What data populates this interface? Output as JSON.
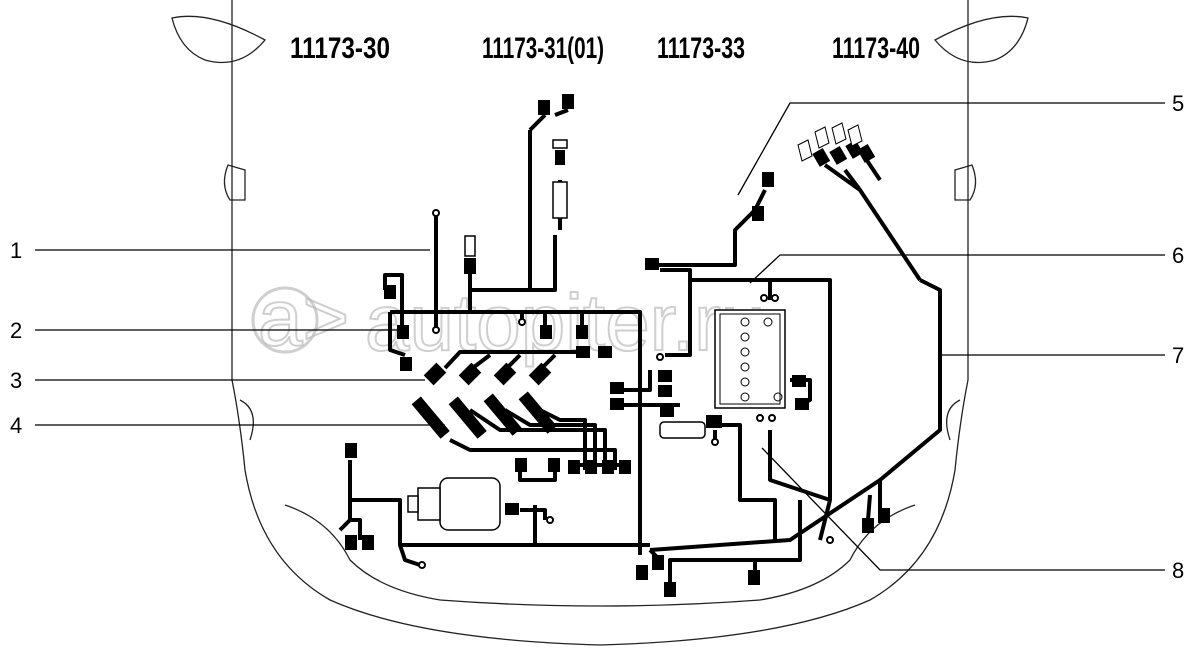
{
  "header": {
    "variants": [
      "11173-30",
      "11173-31(01)",
      "11173-33",
      "11173-40"
    ]
  },
  "callouts": [
    "1",
    "2",
    "3",
    "4",
    "5",
    "6",
    "7",
    "8"
  ],
  "watermark": "autopiter.ru"
}
